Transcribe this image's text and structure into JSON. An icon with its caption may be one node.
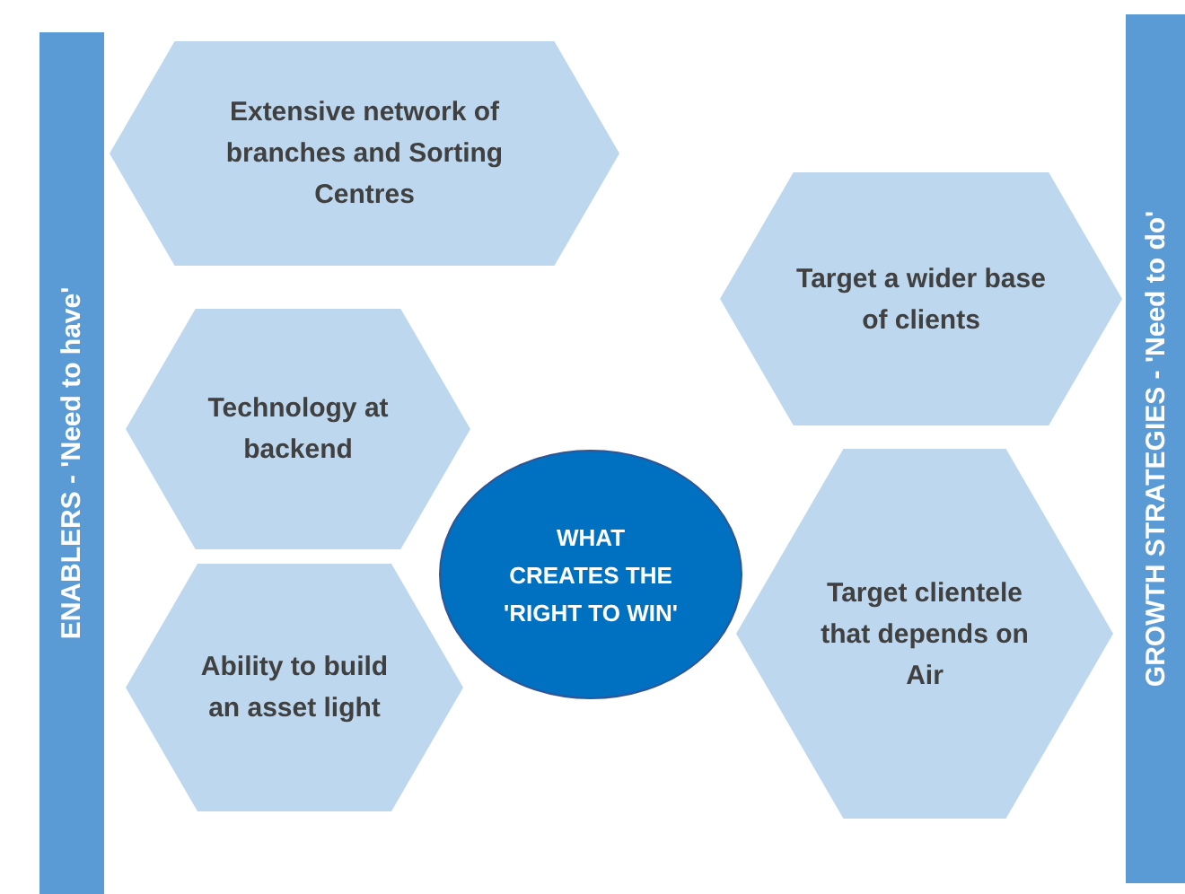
{
  "diagram": {
    "nodes": [
      {
        "text": [
          "ENABLERS - 'Need to have'"
        ]
      },
      {
        "text": [
          "Extensive network of branches and Sorting Centres"
        ]
      },
      {
        "text": [
          "Technology at backend"
        ]
      },
      {
        "text": [
          "Ability to build an asset light"
        ]
      },
      {
        "text": [
          "WHAT CREATES THE 'RIGHT TO WIN'"
        ]
      },
      {
        "text": [
          "Target a wider base of clients"
        ]
      },
      {
        "text": [
          "Target clientele that depends on Air"
        ]
      },
      {
        "text": [
          "GROWTH STRATEGIES - 'Need to do'"
        ]
      }
    ],
    "edges": []
  }
}
